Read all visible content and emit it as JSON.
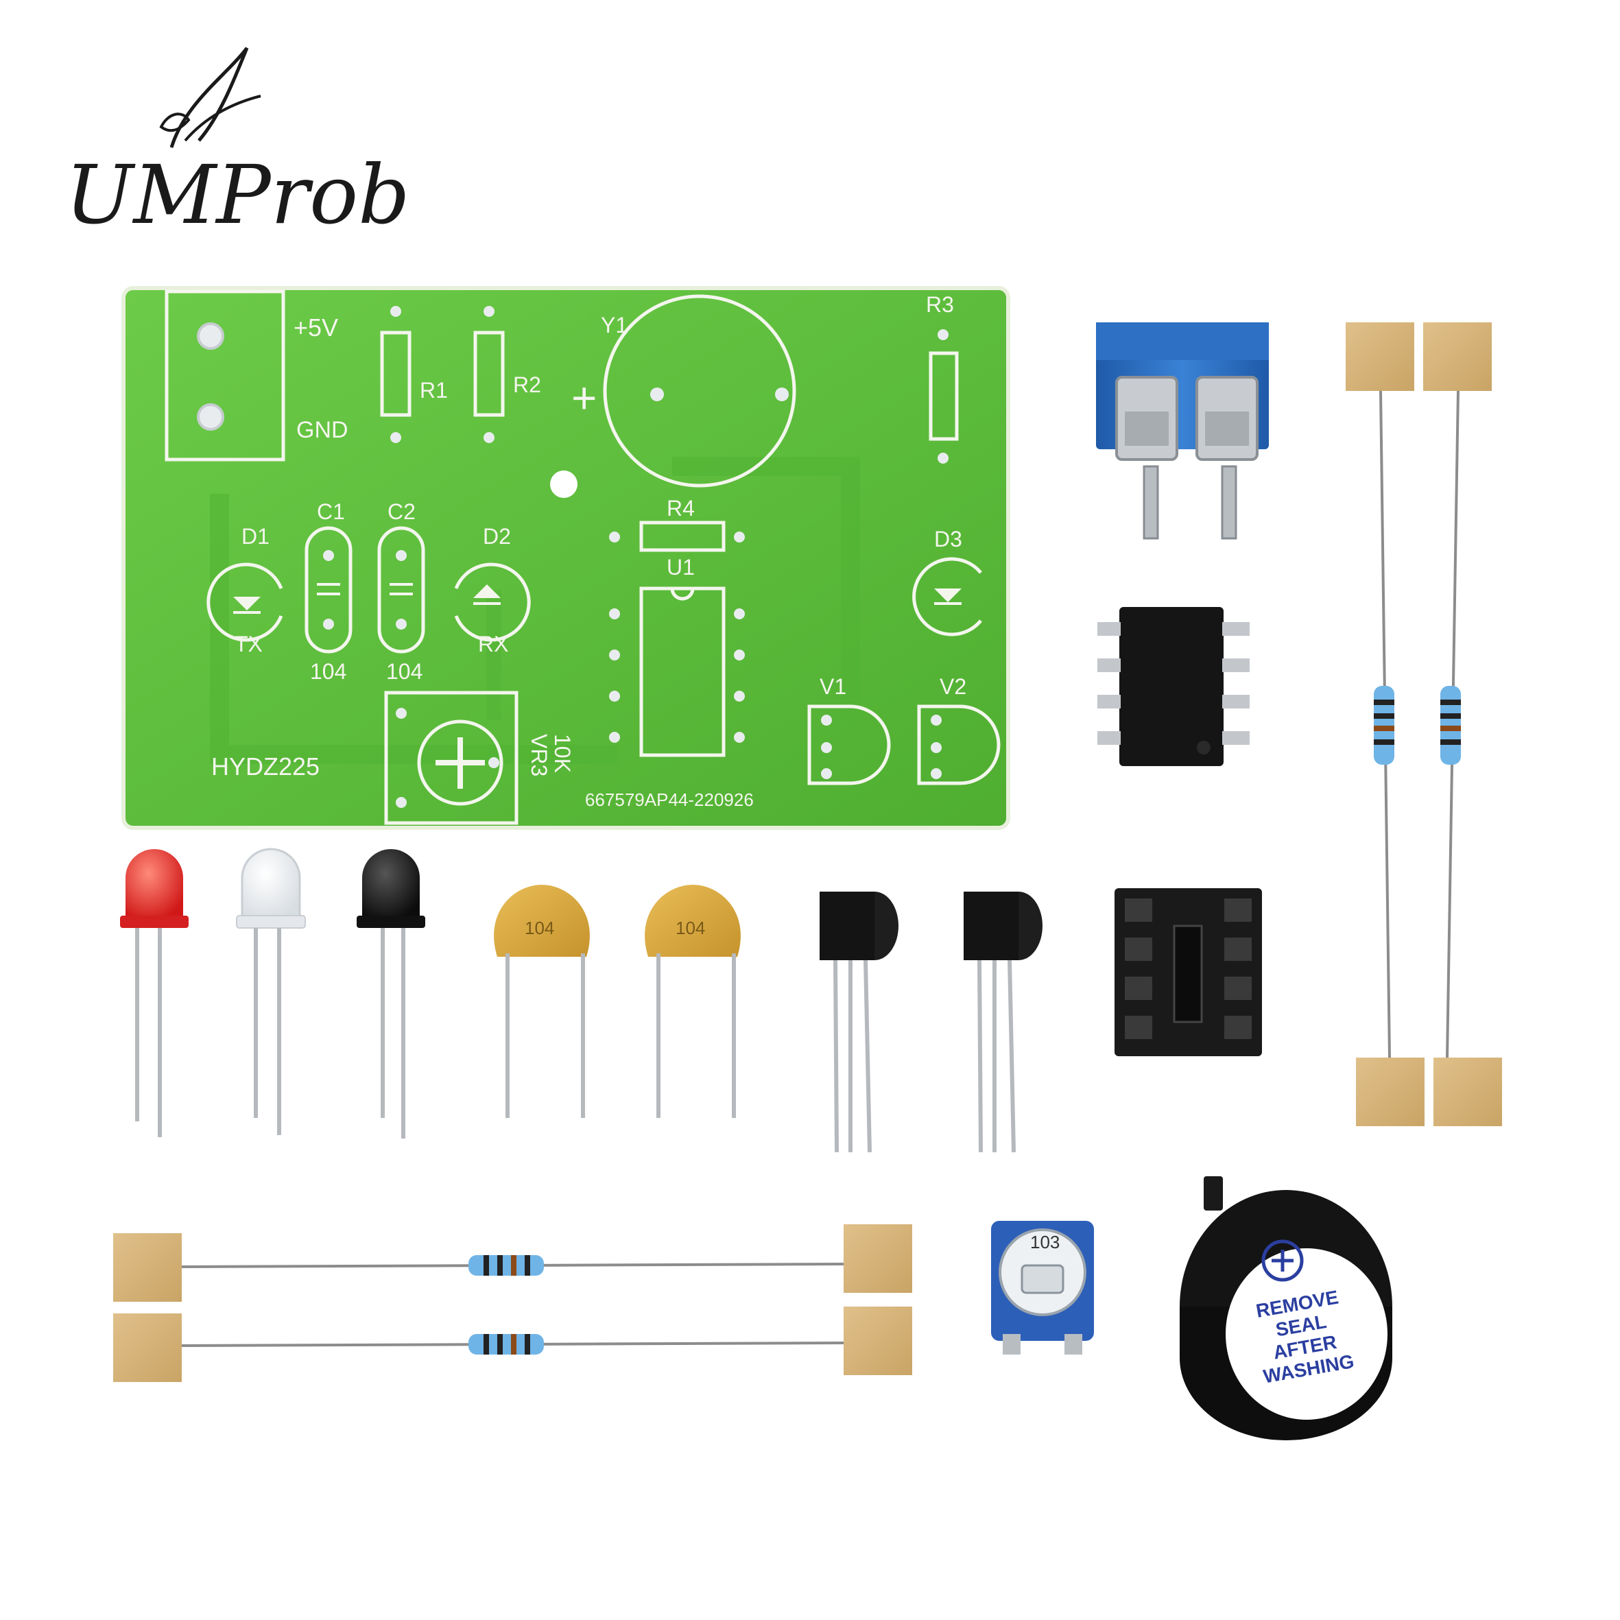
{
  "brand": {
    "logo_text": "UMProb"
  },
  "pcb": {
    "board_name": "HYDZ225",
    "serial": "667579AP44-220926",
    "labels": {
      "power": "+5V",
      "ground": "GND",
      "r1": "R1",
      "r2": "R2",
      "r3": "R3",
      "r4": "R4",
      "y1": "Y1",
      "plus": "+",
      "c1": "C1",
      "c2": "C2",
      "c1_value": "104",
      "c2_value": "104",
      "d1": "D1",
      "d2": "D2",
      "d3": "D3",
      "tx": "TX",
      "rx": "RX",
      "u1": "U1",
      "v1": "V1",
      "v2": "V2",
      "vr3": "VR3",
      "vr3_value": "10K"
    },
    "colors": {
      "board": "#5fc03c",
      "silkscreen": "#f4f6ee"
    }
  },
  "components": {
    "ceramic_cap_marking": "104",
    "potentiometer_marking": "103",
    "buzzer_label": [
      "REMOVE",
      "SEAL",
      "AFTER",
      "WASHING"
    ],
    "terminal_block_color": "#2f6fc0"
  }
}
